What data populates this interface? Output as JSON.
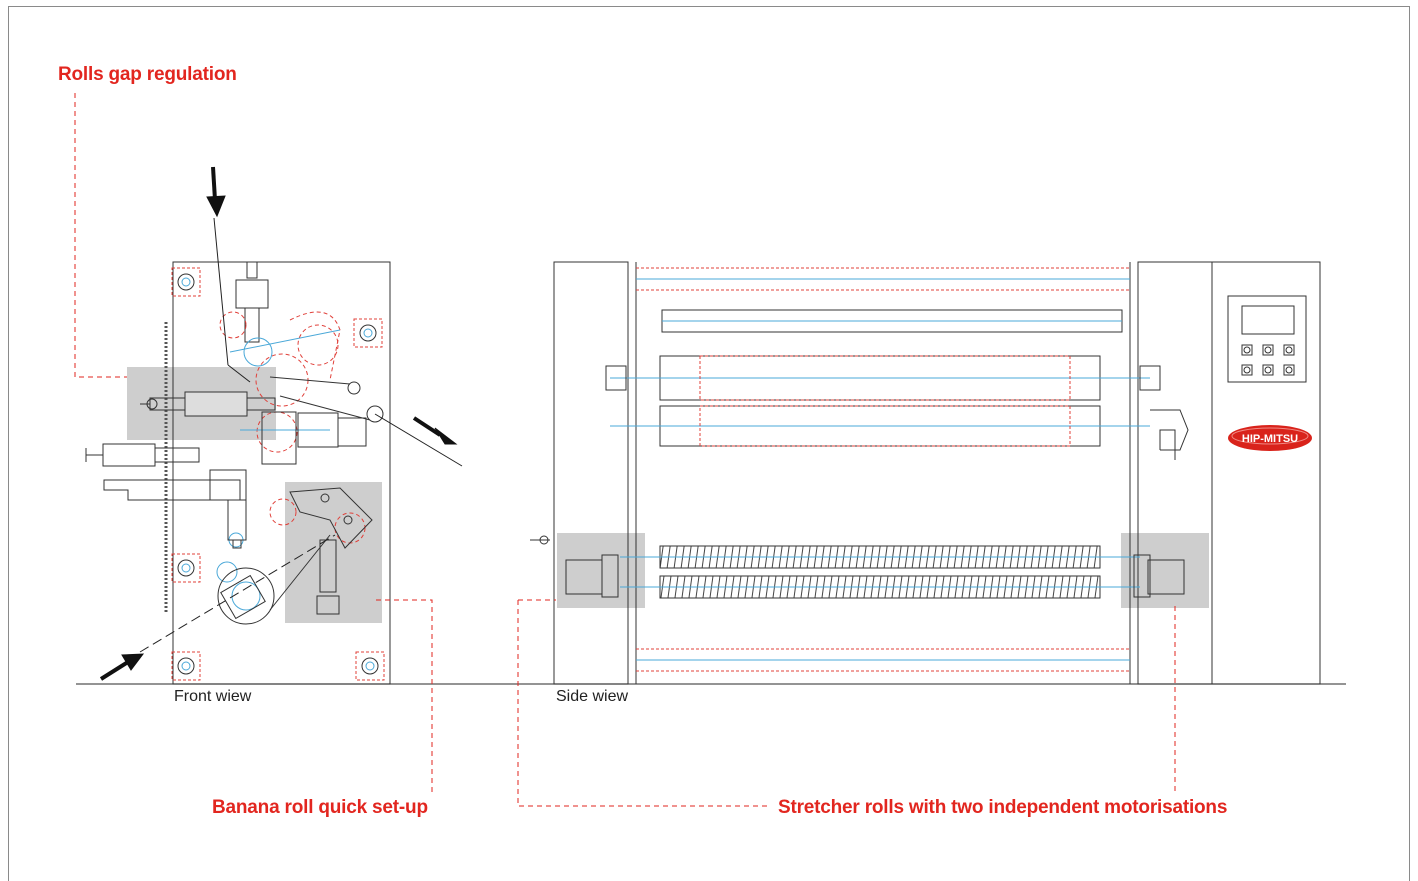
{
  "callouts": {
    "rolls_gap": "Rolls gap regulation",
    "banana_roll": "Banana roll quick set-up",
    "stretcher_rolls": "Stretcher rolls with two independent motorisations"
  },
  "views": {
    "front": "Front wiew",
    "side": "Side wiew"
  },
  "logo": {
    "text": "HIP-MITSU"
  },
  "colors": {
    "callout_red": "#e2261f",
    "line_dark": "#333333",
    "construction_red": "#e0403a",
    "construction_blue": "#4aa8d8",
    "highlight_gray": "#bfbfbf",
    "logo_red": "#d9231b"
  },
  "icons": [
    "arrow-icon",
    "logo"
  ]
}
